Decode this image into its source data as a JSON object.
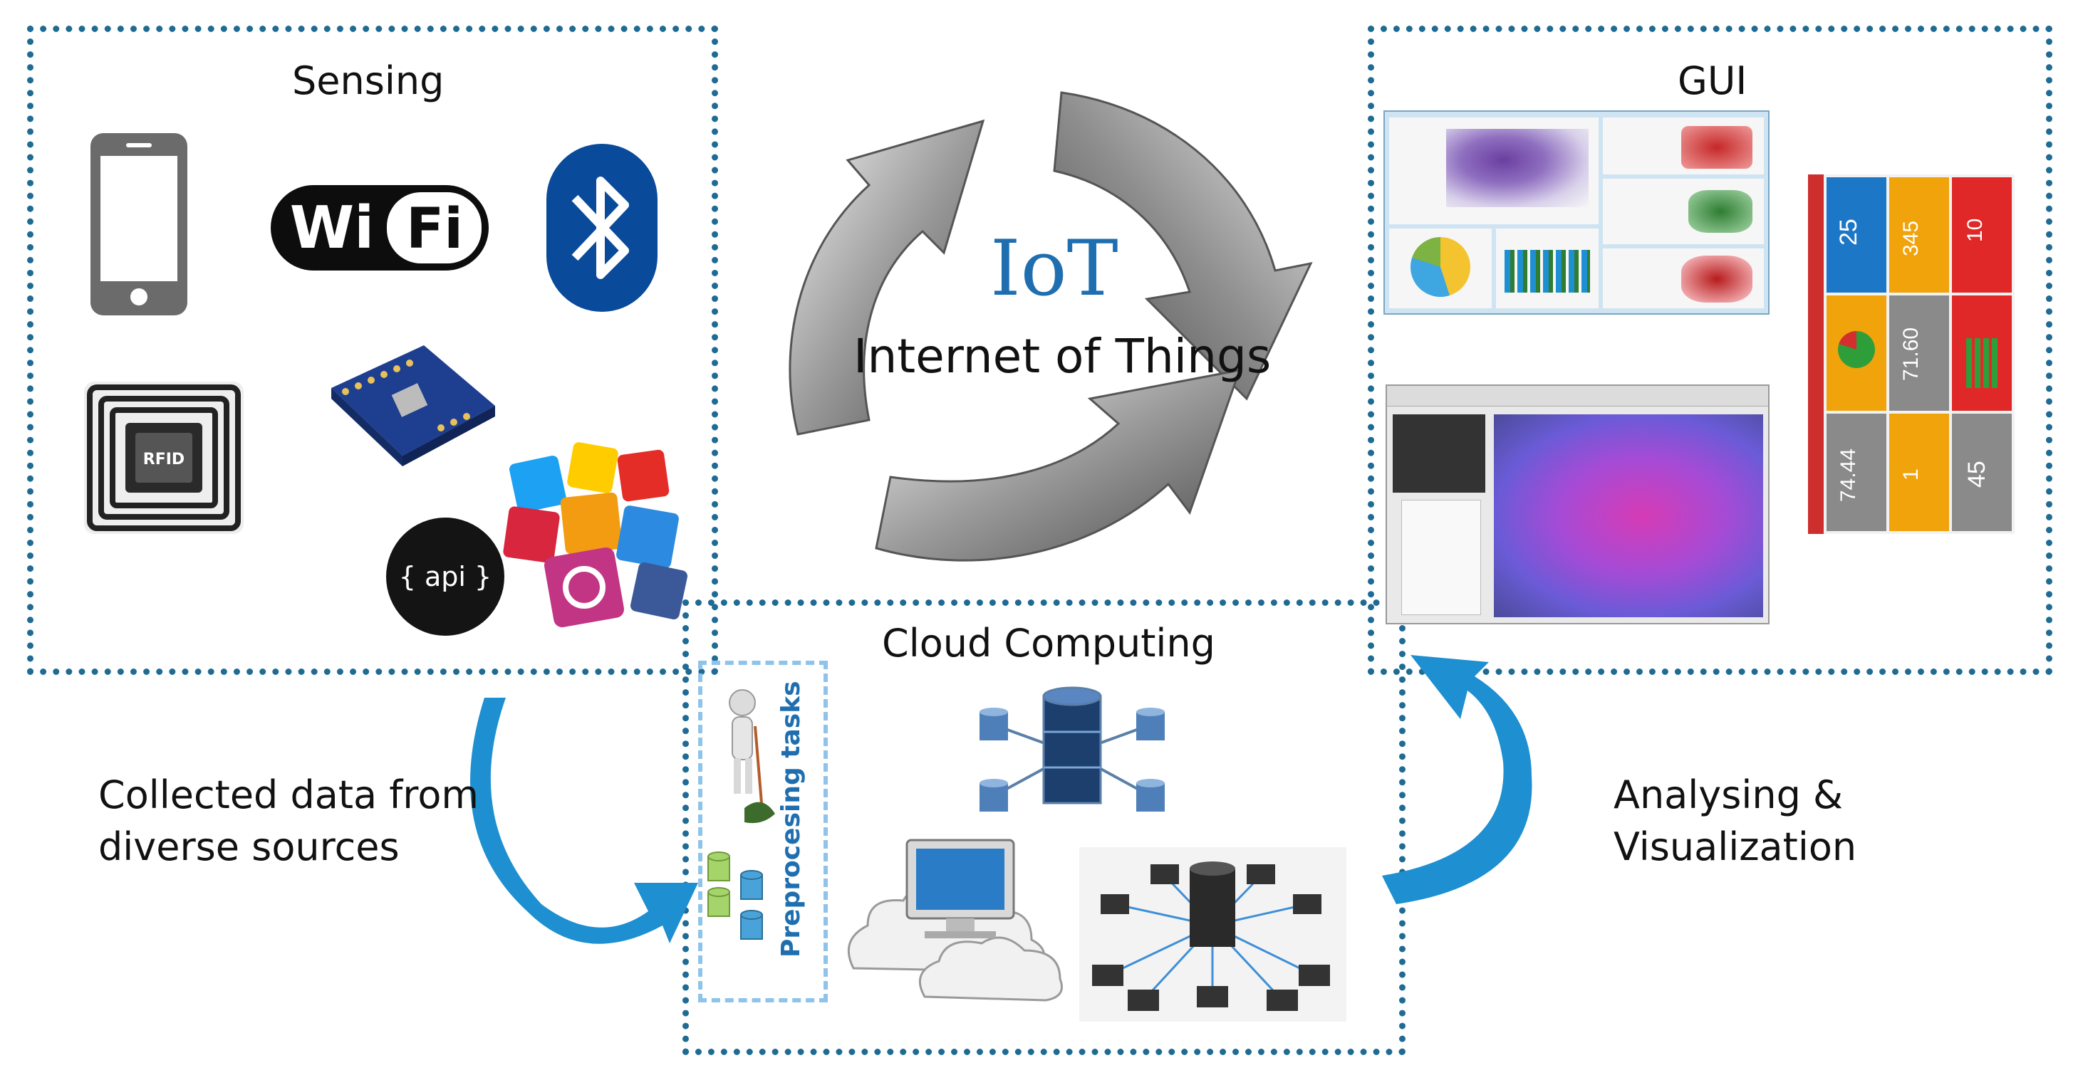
{
  "sensing": {
    "title": "Sensing",
    "wifi": {
      "wi": "Wi",
      "fi": "Fi"
    },
    "rfid": "RFID",
    "api": "{ api }"
  },
  "iot": {
    "title": "IoT",
    "subtitle": "Internet of Things"
  },
  "gui": {
    "title": "GUI",
    "tiles": [
      "25",
      "345",
      "10",
      "71.60",
      "74.44",
      "1",
      "45"
    ]
  },
  "cloud": {
    "title": "Cloud Computing",
    "preprocessing": "Preprocesing tasks"
  },
  "flows": {
    "collected_line1": "Collected data from",
    "collected_line2": "diverse sources",
    "analysing_line1": "Analysing &",
    "analysing_line2": "Visualization"
  },
  "colors": {
    "border": "#1f6b94",
    "arrow_blue": "#1e8fd0",
    "iot_blue": "#1f6fb0",
    "bluetooth": "#0a4a9a"
  }
}
